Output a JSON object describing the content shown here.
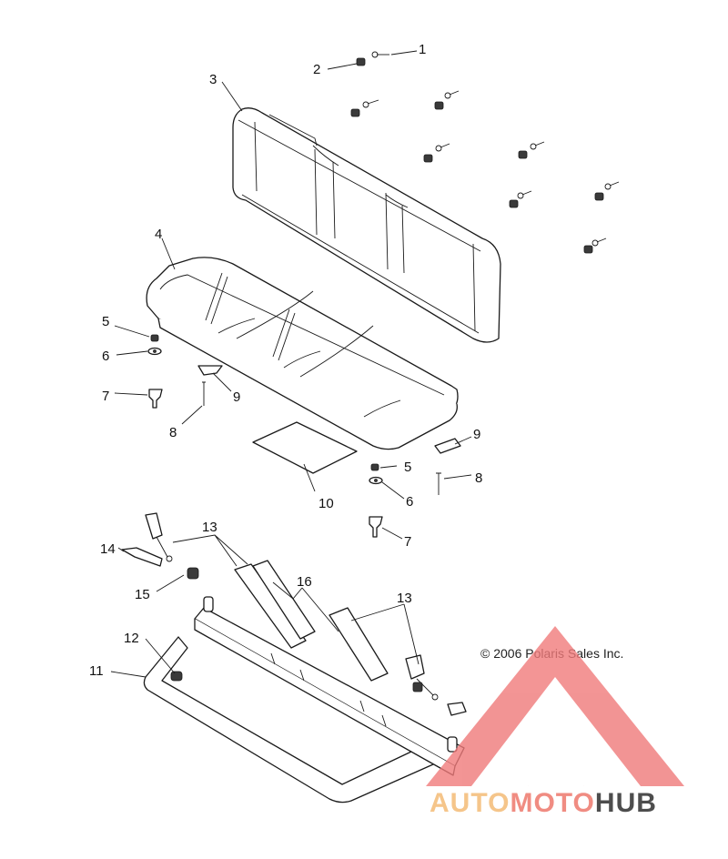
{
  "diagram": {
    "callouts": [
      {
        "id": "c1",
        "label": "1"
      },
      {
        "id": "c2",
        "label": "2"
      },
      {
        "id": "c3",
        "label": "3"
      },
      {
        "id": "c4",
        "label": "4"
      },
      {
        "id": "c5a",
        "label": "5"
      },
      {
        "id": "c5b",
        "label": "5"
      },
      {
        "id": "c6a",
        "label": "6"
      },
      {
        "id": "c6b",
        "label": "6"
      },
      {
        "id": "c7a",
        "label": "7"
      },
      {
        "id": "c7b",
        "label": "7"
      },
      {
        "id": "c8a",
        "label": "8"
      },
      {
        "id": "c8b",
        "label": "8"
      },
      {
        "id": "c9a",
        "label": "9"
      },
      {
        "id": "c9b",
        "label": "9"
      },
      {
        "id": "c10",
        "label": "10"
      },
      {
        "id": "c11",
        "label": "11"
      },
      {
        "id": "c12",
        "label": "12"
      },
      {
        "id": "c13a",
        "label": "13"
      },
      {
        "id": "c13b",
        "label": "13"
      },
      {
        "id": "c14",
        "label": "14"
      },
      {
        "id": "c15",
        "label": "15"
      },
      {
        "id": "c16",
        "label": "16"
      }
    ],
    "copyright": "© 2006 Polaris Sales Inc."
  },
  "watermark": {
    "part1": "AUTO",
    "part2": "MOTO",
    "part3": "HUB",
    "colors": {
      "auto": "#f5c58a",
      "moto": "#f08c82",
      "hub": "#4d4d4d",
      "triangle": "#f07a7a"
    }
  }
}
